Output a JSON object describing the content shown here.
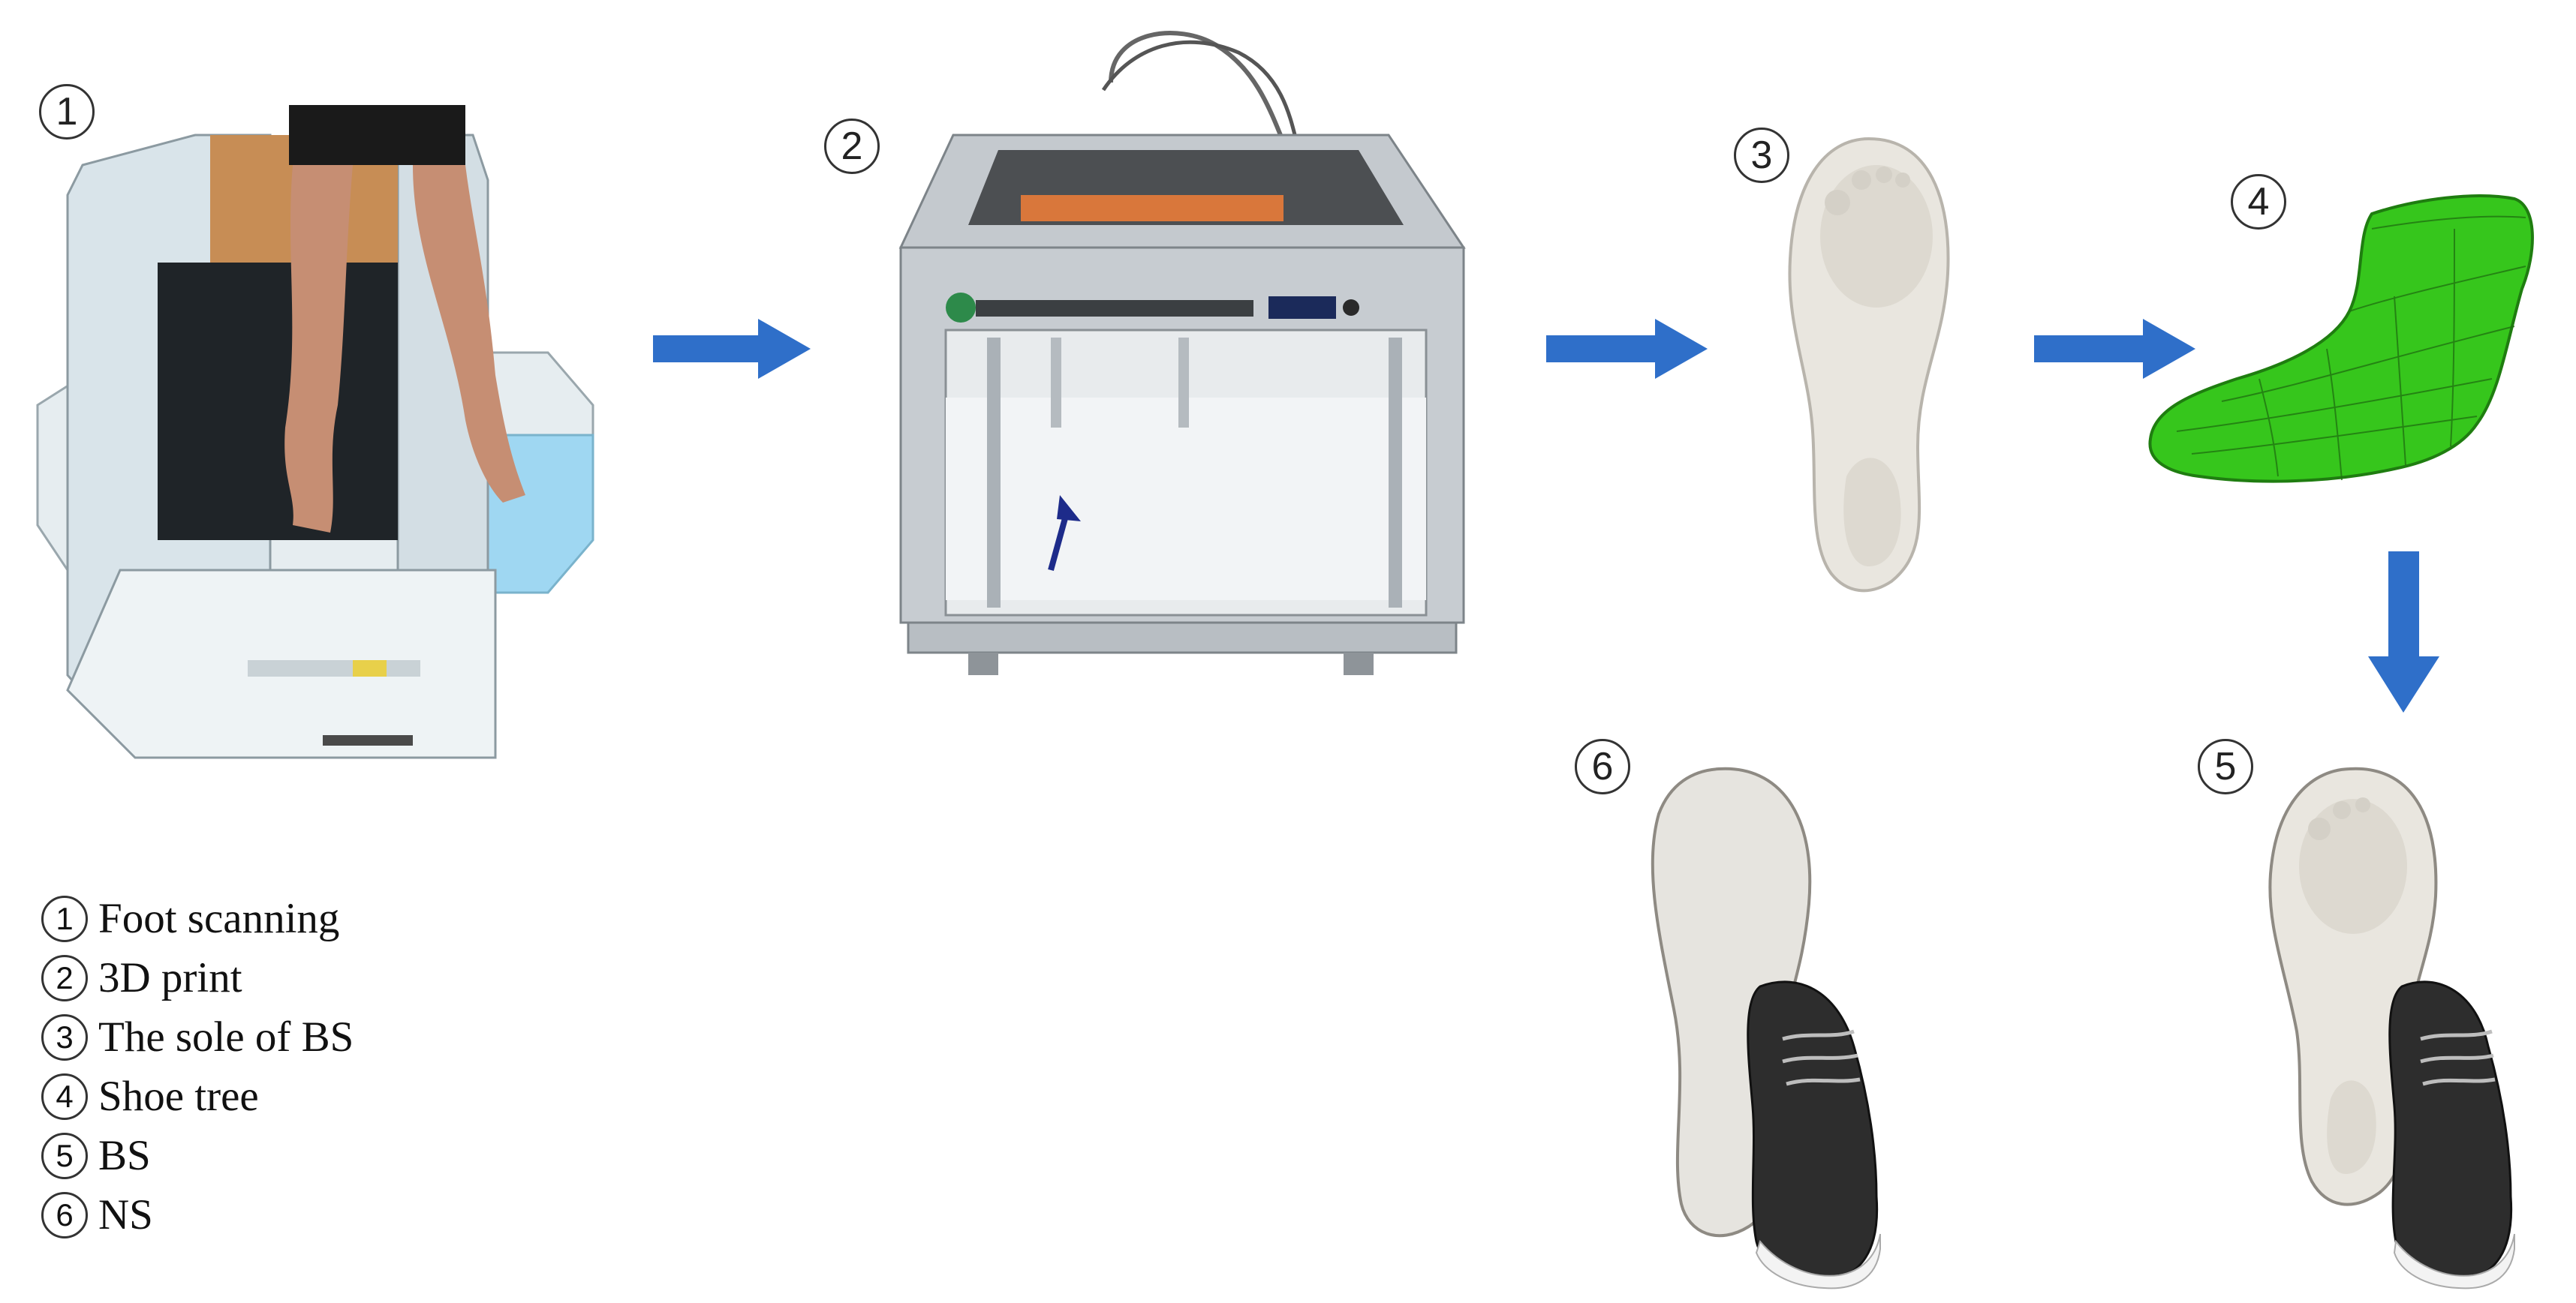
{
  "steps": [
    {
      "number": "1",
      "label": "Foot scanning"
    },
    {
      "number": "2",
      "label": "3D print"
    },
    {
      "number": "3",
      "label": "The sole of BS"
    },
    {
      "number": "4",
      "label": "Shoe tree"
    },
    {
      "number": "5",
      "label": "BS"
    },
    {
      "number": "6",
      "label": "NS"
    }
  ],
  "colors": {
    "arrow": "#2f6fc9",
    "shoe_tree": "#36c61c",
    "insole": "#e9e6df",
    "scanner": "#dfe9ee",
    "printer": "#c9ced3"
  },
  "icons": [
    "foot-scanner-illustration",
    "3d-printer-illustration",
    "insole-illustration",
    "shoe-tree-illustration",
    "sneaker-with-insole-illustration",
    "process-arrow-icon"
  ]
}
